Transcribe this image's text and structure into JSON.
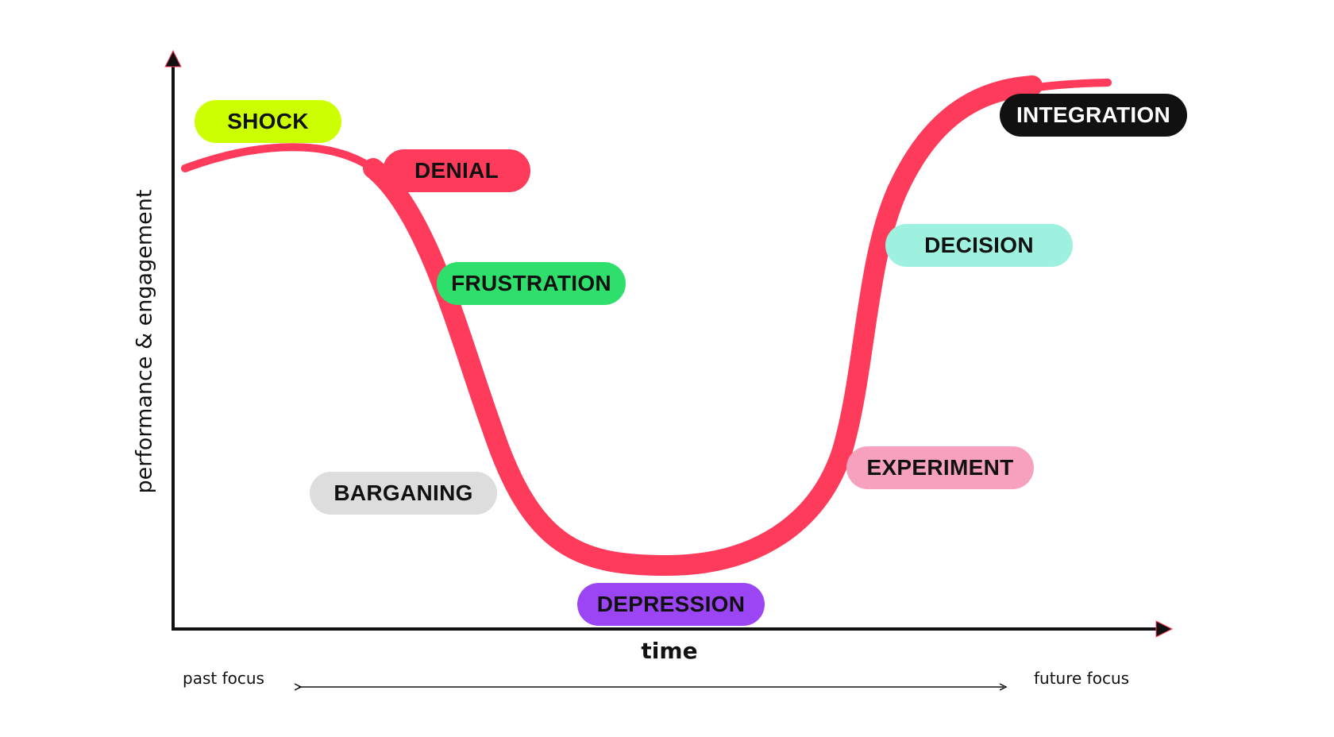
{
  "colors": {
    "curve": "#ff3b5c",
    "axis": "#111111"
  },
  "axes": {
    "y_label": "performance & engagement",
    "x_label": "time",
    "past_focus": "past focus",
    "future_focus": "future focus"
  },
  "stages": [
    {
      "label": "SHOCK",
      "bg": "#ccff00",
      "fg": "#111111"
    },
    {
      "label": "DENIAL",
      "bg": "#ff3b5c",
      "fg": "#111111"
    },
    {
      "label": "FRUSTRATION",
      "bg": "#2ee06b",
      "fg": "#111111"
    },
    {
      "label": "BARGANING",
      "bg": "#dddddd",
      "fg": "#111111"
    },
    {
      "label": "DEPRESSION",
      "bg": "#9b45f5",
      "fg": "#111111"
    },
    {
      "label": "EXPERIMENT",
      "bg": "#f7a1bf",
      "fg": "#111111"
    },
    {
      "label": "DECISION",
      "bg": "#9ef0df",
      "fg": "#111111"
    },
    {
      "label": "INTEGRATION",
      "bg": "#111111",
      "fg": "#ffffff"
    }
  ]
}
